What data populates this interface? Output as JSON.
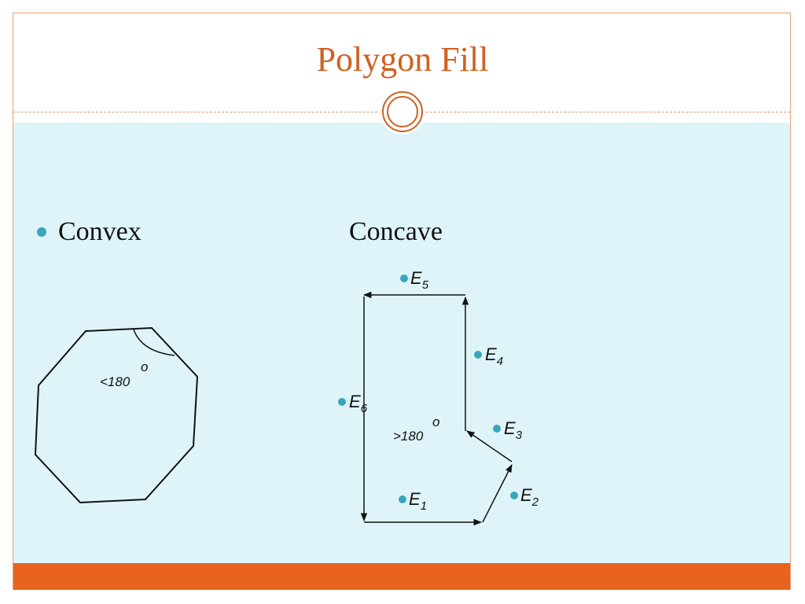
{
  "slide": {
    "title": "Polygon Fill",
    "convex_label": "Convex",
    "concave_label": "Concave"
  },
  "convex": {
    "angle_label": "<180",
    "angle_sup": "o"
  },
  "concave": {
    "angle_label": ">180",
    "angle_sup": "o",
    "edges": [
      {
        "letter": "E",
        "sub": "1"
      },
      {
        "letter": "E",
        "sub": "2"
      },
      {
        "letter": "E",
        "sub": "3"
      },
      {
        "letter": "E",
        "sub": "4"
      },
      {
        "letter": "E",
        "sub": "5"
      },
      {
        "letter": "E",
        "sub": "6"
      }
    ]
  },
  "colors": {
    "title": "#d0601f",
    "accent_bar": "#e8631e",
    "panel": "#def4f9",
    "bullet": "#3aa6bd"
  }
}
